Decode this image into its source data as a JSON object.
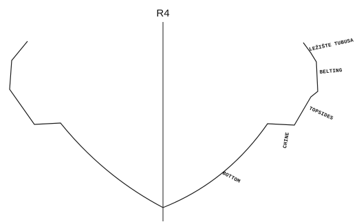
{
  "diagram": {
    "section_title": "R4",
    "labels": {
      "lezište_tubusa": "LEŽIŠTE TUBUSA",
      "belting": "BELTING",
      "topsides": "TOPSIDES",
      "chine": "CHINE",
      "bottom": "BOTTOM"
    }
  }
}
